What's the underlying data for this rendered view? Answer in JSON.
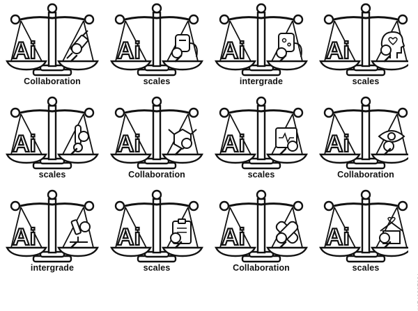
{
  "items": [
    {
      "caption": "Collaboration",
      "object": "syringe"
    },
    {
      "caption": "scales",
      "object": "iv-drip"
    },
    {
      "caption": "intergrade",
      "object": "iv-drip-bubbles"
    },
    {
      "caption": "scales",
      "object": "head-heart"
    },
    {
      "caption": "scales",
      "object": "thermometer"
    },
    {
      "caption": "Collaboration",
      "object": "molecule"
    },
    {
      "caption": "scales",
      "object": "heart-monitor"
    },
    {
      "caption": "Collaboration",
      "object": "eye"
    },
    {
      "caption": "intergrade",
      "object": "microscope"
    },
    {
      "caption": "scales",
      "object": "clipboard"
    },
    {
      "caption": "Collaboration",
      "object": "bandage"
    },
    {
      "caption": "scales",
      "object": "hospital"
    }
  ],
  "left_pan_text": "Ai",
  "stock_id": "#1543207381",
  "colors": {
    "line": "#111111",
    "background": "#ffffff"
  }
}
